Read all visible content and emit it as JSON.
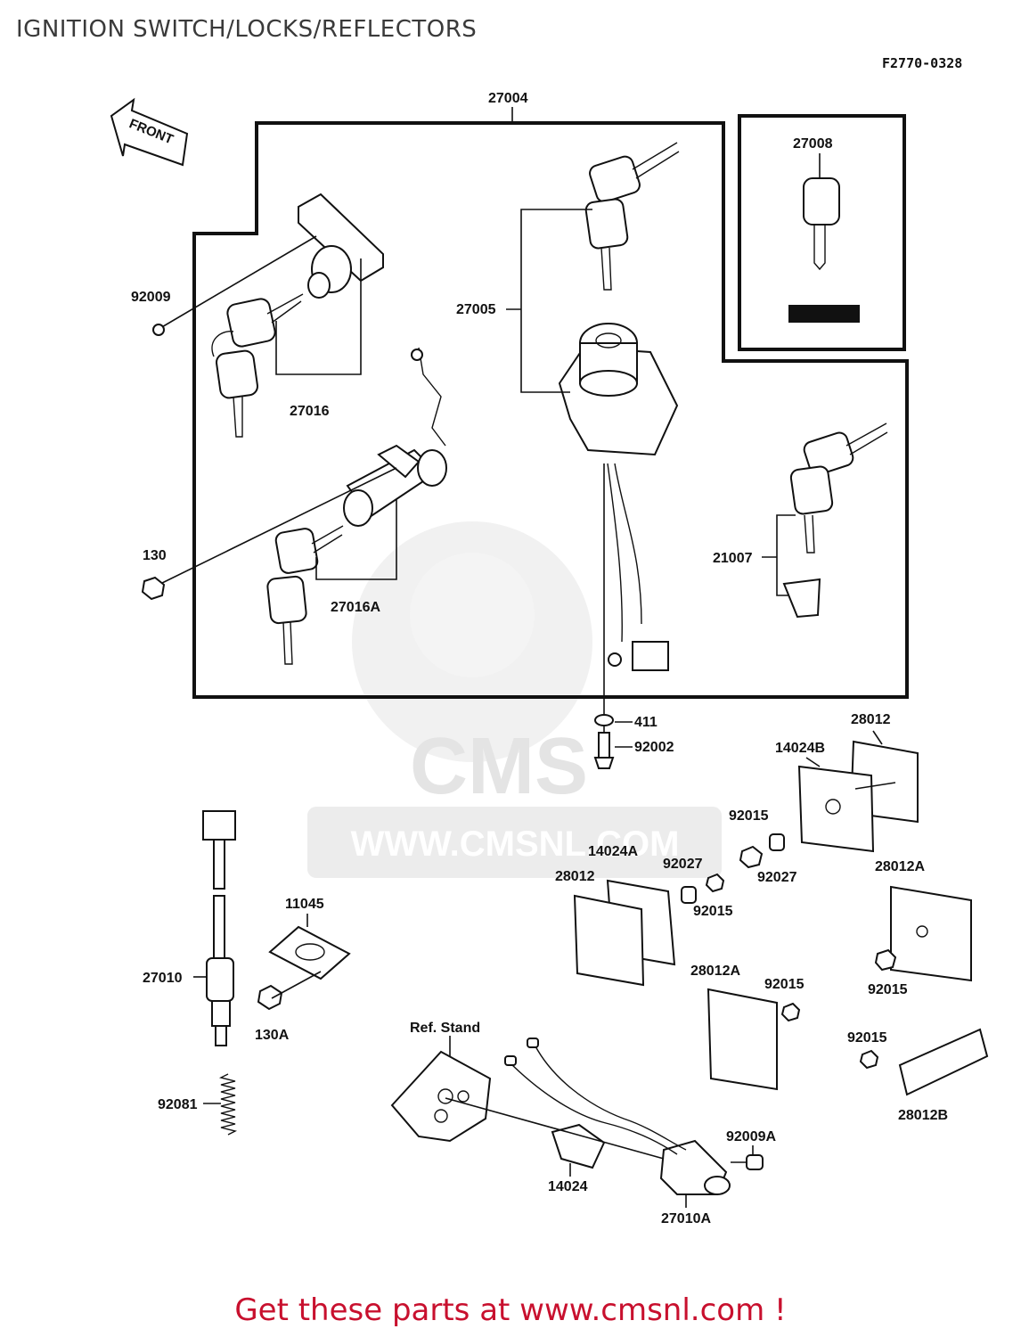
{
  "header": {
    "title": "IGNITION SWITCH/LOCKS/REFLECTORS",
    "figure_code": "F2770-0328"
  },
  "direction_marker": "FRONT",
  "watermark": "WWW.CMSNL.COM",
  "watermark_logo": "CMS",
  "part_labels": {
    "p27004": "27004",
    "p27008": "27008",
    "p92009": "92009",
    "p27005": "27005",
    "p27016": "27016",
    "p130": "130",
    "p27016A": "27016A",
    "p21007": "21007",
    "p411": "411",
    "p92002": "92002",
    "p28012_top": "28012",
    "p14024B": "14024B",
    "p92015_a": "92015",
    "p92027_a": "92027",
    "p14024A": "14024A",
    "p92027_b": "92027",
    "p28012_left": "28012",
    "p92015_b": "92015",
    "p28012A_right": "28012A",
    "p11045": "11045",
    "p27010": "27010",
    "p130A": "130A",
    "p28012A_mid": "28012A",
    "p92015_c": "92015",
    "p92015_d": "92015",
    "p92015_e": "92015",
    "pRefStand": "Ref. Stand",
    "p28012B": "28012B",
    "p92081": "92081",
    "p92009A": "92009A",
    "p14024": "14024",
    "p27010A": "27010A"
  },
  "footer": {
    "text": "Get these parts at www.cmsnl.com !"
  }
}
